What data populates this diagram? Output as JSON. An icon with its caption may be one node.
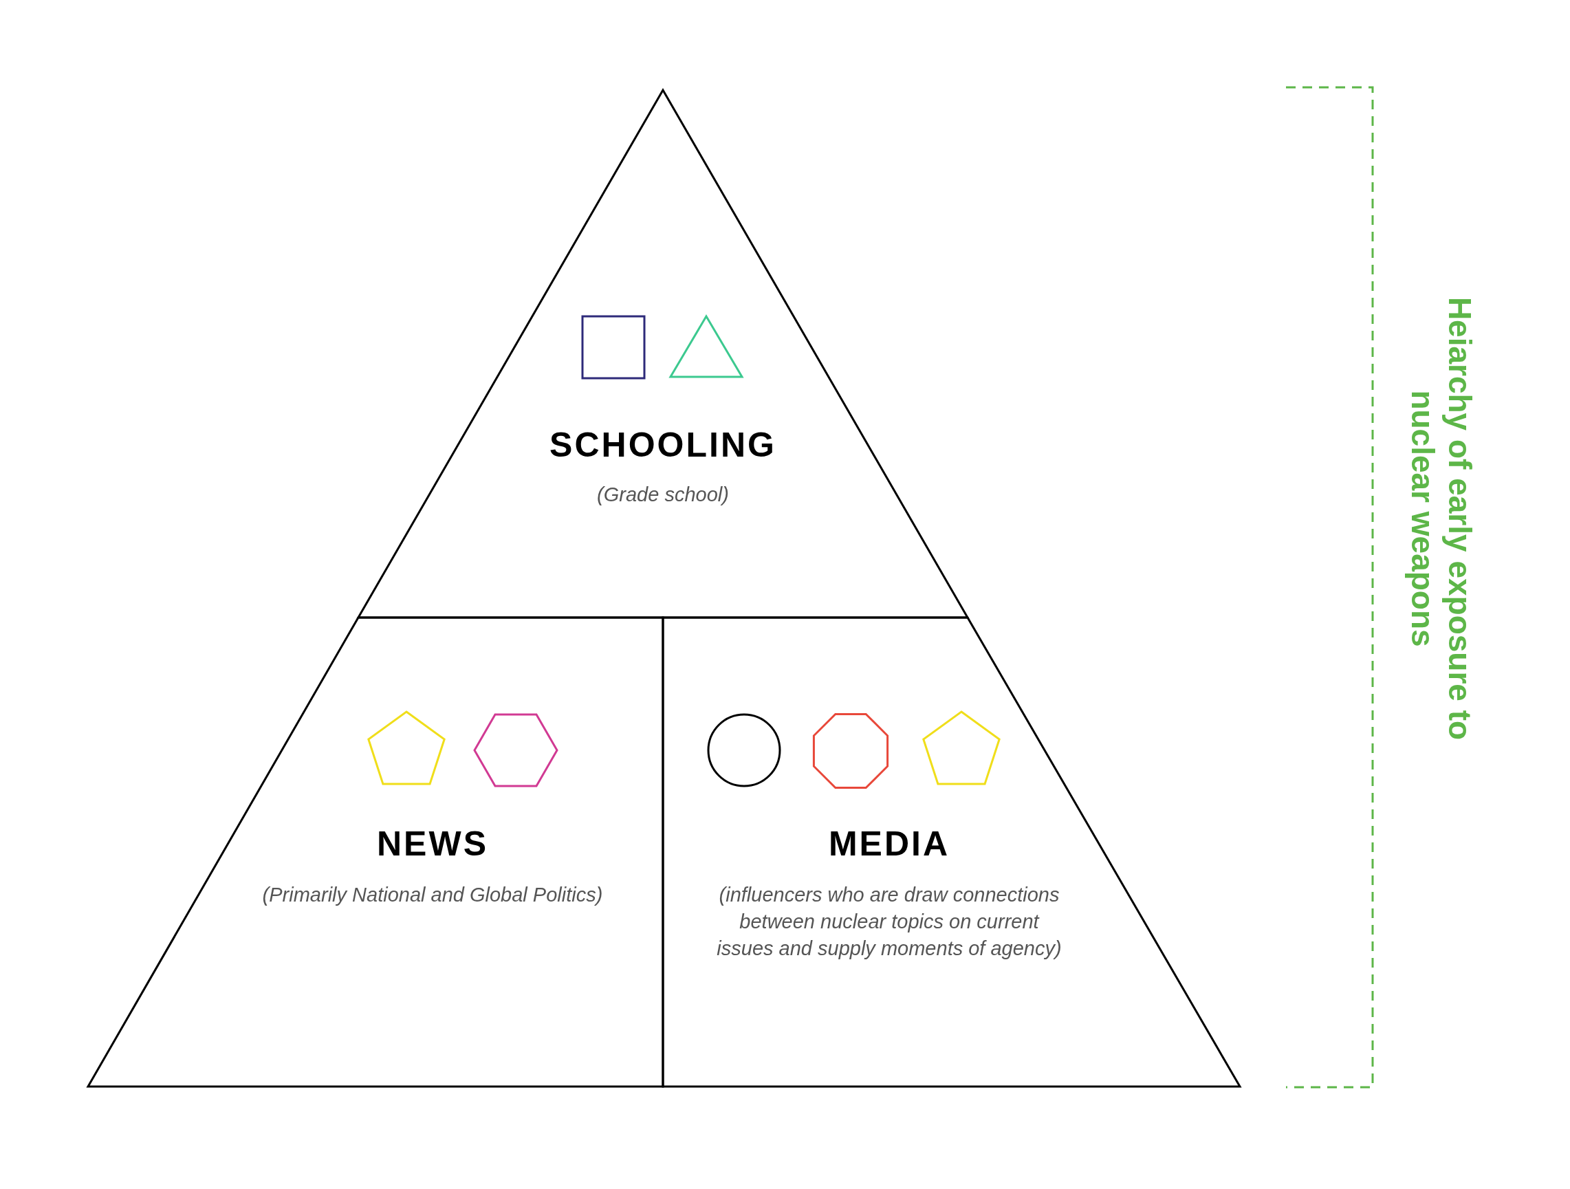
{
  "diagram": {
    "nodes": [
      {
        "text": [
          "SCHOOLING",
          "(Grade school)"
        ]
      },
      {
        "text": [
          "NEWS",
          "(Primarily National and Global Politics)"
        ]
      },
      {
        "text": [
          "MEDIA",
          "(influencers who are draw connections between nuclear topics on current issues and supply moments of agency)"
        ]
      }
    ],
    "labels": [
      "Heiarchy of early exposure to nuclear weapons"
    ]
  }
}
